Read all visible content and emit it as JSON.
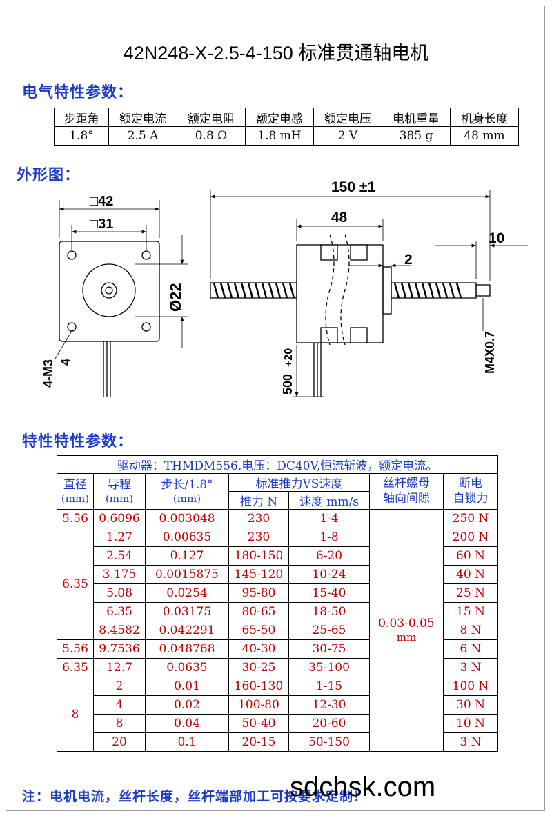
{
  "title": "42N248-X-2.5-4-150 标准贯通轴电机",
  "electrical": {
    "heading": "电气特性参数：",
    "headers": [
      "步距角",
      "额定电流",
      "额定电阻",
      "额定电感",
      "额定电压",
      "电机重量",
      "机身长度"
    ],
    "values": [
      "1.8°",
      "2.5 A",
      "0.8 Ω",
      "1.8 mH",
      "2 V",
      "385 g",
      "48 mm"
    ]
  },
  "outline": {
    "heading": "外形图：",
    "front": {
      "square_outer": "□42",
      "square_inner": "□31",
      "diameter": "Ø22",
      "holes": "4-M3",
      "depth": "4"
    },
    "side": {
      "total_length": "150 ±1",
      "body_length": "48",
      "boss": "2",
      "tip": "10",
      "thread": "M4X0.7",
      "lead": "500",
      "lead_tol": "+20"
    }
  },
  "performance": {
    "heading": "特性特性参数：",
    "driver_note": "驱动器：THMDM556,电压：DC40V,恒流斩波，额定电流。",
    "headers": {
      "diameter": "直径",
      "diameter_unit": "(mm)",
      "lead": "导程",
      "lead_unit": "(mm)",
      "step": "步长/1.8°",
      "step_unit": "(mm)",
      "thrust_group": "标准推力VS速度",
      "thrust": "推力 N",
      "speed": "速度 mm/s",
      "backlash": "丝杆螺母",
      "backlash2": "轴向间隙",
      "holding": "断电",
      "holding2": "自锁力"
    },
    "rows": [
      {
        "d": "5.56",
        "lead": "0.6096",
        "step": "0.003048",
        "thrust": "230",
        "speed": "1-4",
        "hold": "250 N"
      },
      {
        "d": "6.35",
        "lead": "1.27",
        "step": "0.00635",
        "thrust": "230",
        "speed": "1-8",
        "hold": "200 N"
      },
      {
        "d": "",
        "lead": "2.54",
        "step": "0.127",
        "thrust": "180-150",
        "speed": "6-20",
        "hold": "60 N"
      },
      {
        "d": "",
        "lead": "3.175",
        "step": "0.0015875",
        "thrust": "145-120",
        "speed": "10-24",
        "hold": "40 N"
      },
      {
        "d": "",
        "lead": "5.08",
        "step": "0.0254",
        "thrust": "95-80",
        "speed": "15-40",
        "hold": "25 N"
      },
      {
        "d": "",
        "lead": "6.35",
        "step": "0.03175",
        "thrust": "80-65",
        "speed": "18-50",
        "hold": "15 N"
      },
      {
        "d": "",
        "lead": "8.4582",
        "step": "0.042291",
        "thrust": "65-50",
        "speed": "25-65",
        "hold": "8 N"
      },
      {
        "d": "5.56",
        "lead": "9.7536",
        "step": "0.048768",
        "thrust": "40-30",
        "speed": "30-75",
        "hold": "6 N"
      },
      {
        "d": "6.35",
        "lead": "12.7",
        "step": "0.0635",
        "thrust": "30-25",
        "speed": "35-100",
        "hold": "3 N"
      },
      {
        "d": "8",
        "lead": "2",
        "step": "0.01",
        "thrust": "160-130",
        "speed": "1-15",
        "hold": "100 N"
      },
      {
        "d": "",
        "lead": "4",
        "step": "0.02",
        "thrust": "100-80",
        "speed": "12-30",
        "hold": "30 N"
      },
      {
        "d": "",
        "lead": "8",
        "step": "0.04",
        "thrust": "50-40",
        "speed": "20-60",
        "hold": "10 N"
      },
      {
        "d": "",
        "lead": "20",
        "step": "0.1",
        "thrust": "20-15",
        "speed": "50-150",
        "hold": "3 N"
      }
    ],
    "backlash_value": "0.03-0.05",
    "backlash_unit": "mm"
  },
  "note": "注：电机电流，丝杆长度，丝杆端部加工可按要求定制！",
  "watermark": "sdchsk.com",
  "colors": {
    "heading": "#1a3bc8",
    "values": "#c00000"
  }
}
